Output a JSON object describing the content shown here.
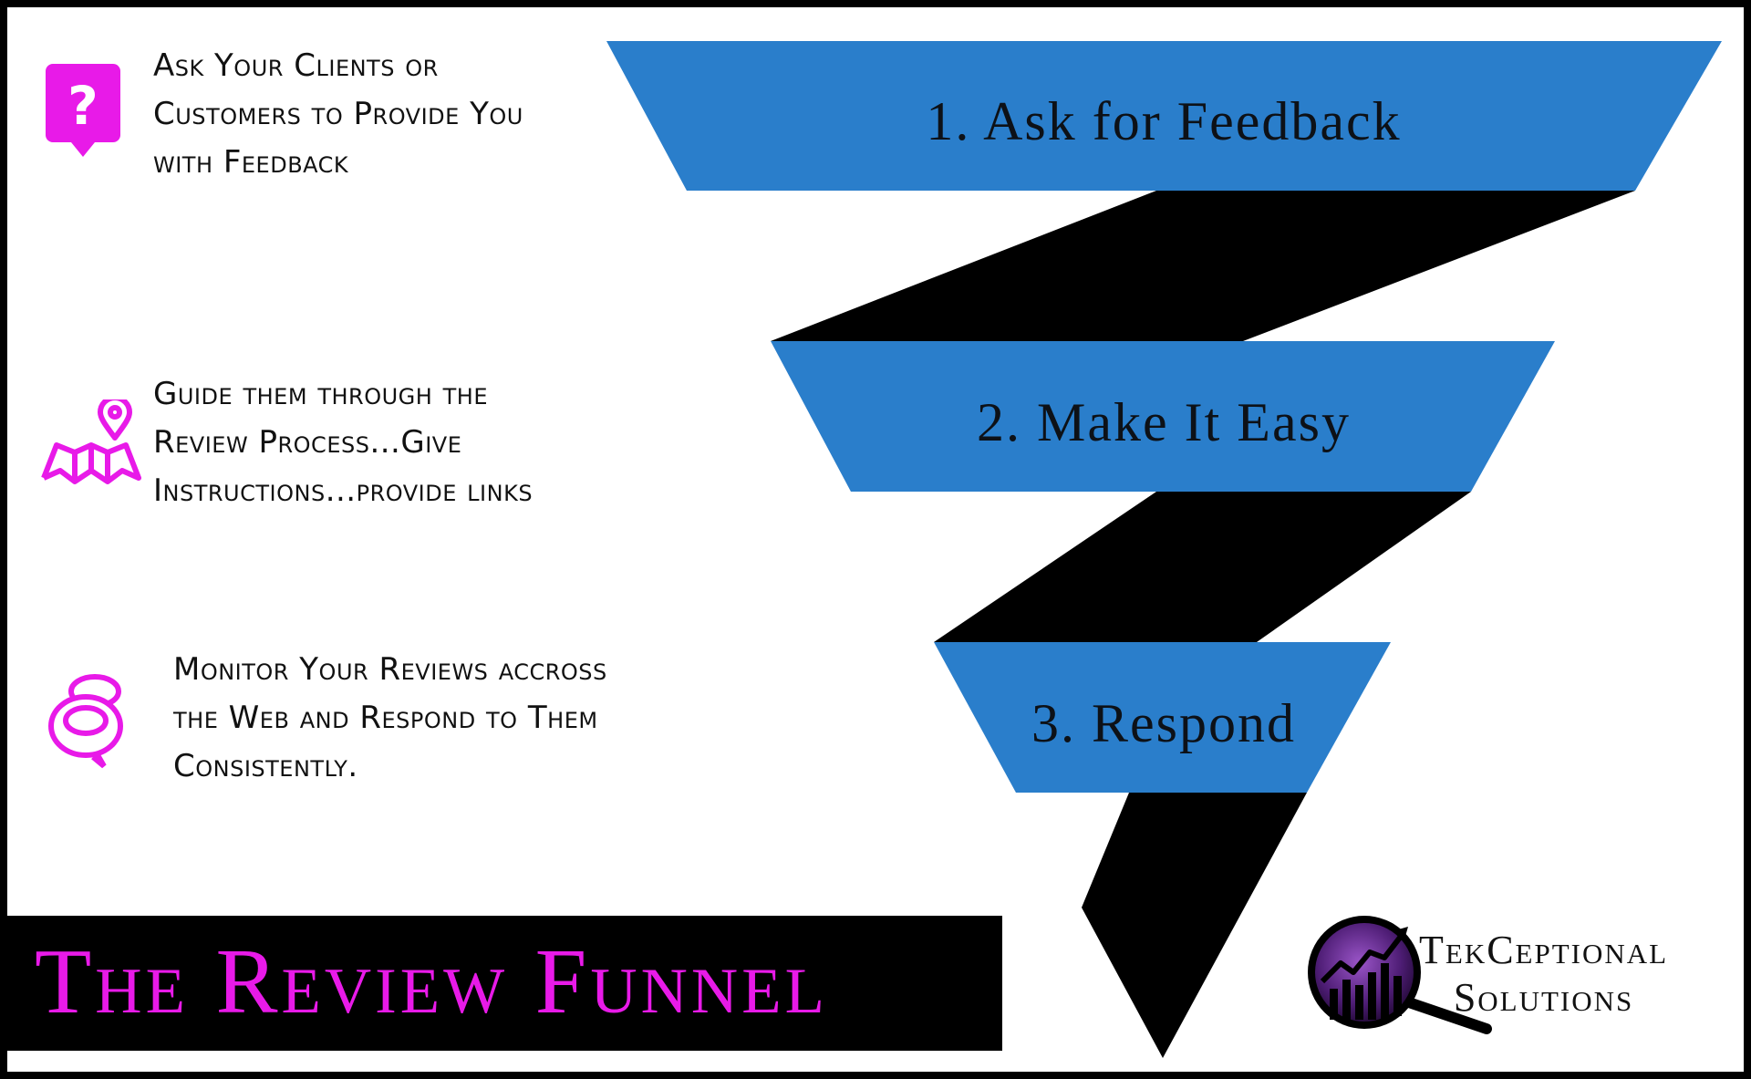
{
  "steps": [
    {
      "label": "1. Ask for Feedback"
    },
    {
      "label": "2. Make It Easy"
    },
    {
      "label": "3. Respond"
    }
  ],
  "items": [
    {
      "icon": "question-bubble-icon",
      "lines": [
        "Ask Your Clients or",
        "Customers to Provide You",
        "with Feedback"
      ]
    },
    {
      "icon": "map-pin-icon",
      "lines": [
        "Guide them through the",
        "Review Process...Give",
        "Instructions...provide links"
      ]
    },
    {
      "icon": "chat-bubbles-icon",
      "lines": [
        "Monitor Your Reviews accross",
        "the Web and Respond to Them",
        "Consistently."
      ]
    }
  ],
  "title": "The Review Funnel",
  "brand": {
    "line1": "TekCeptional",
    "line2": "Solutions",
    "logo_icon": "magnifier-chart-logo-icon"
  },
  "colors": {
    "band": "#2a7ecb",
    "ribbon": "#000000",
    "accent": "#e81ae8",
    "text": "#0d1117"
  }
}
